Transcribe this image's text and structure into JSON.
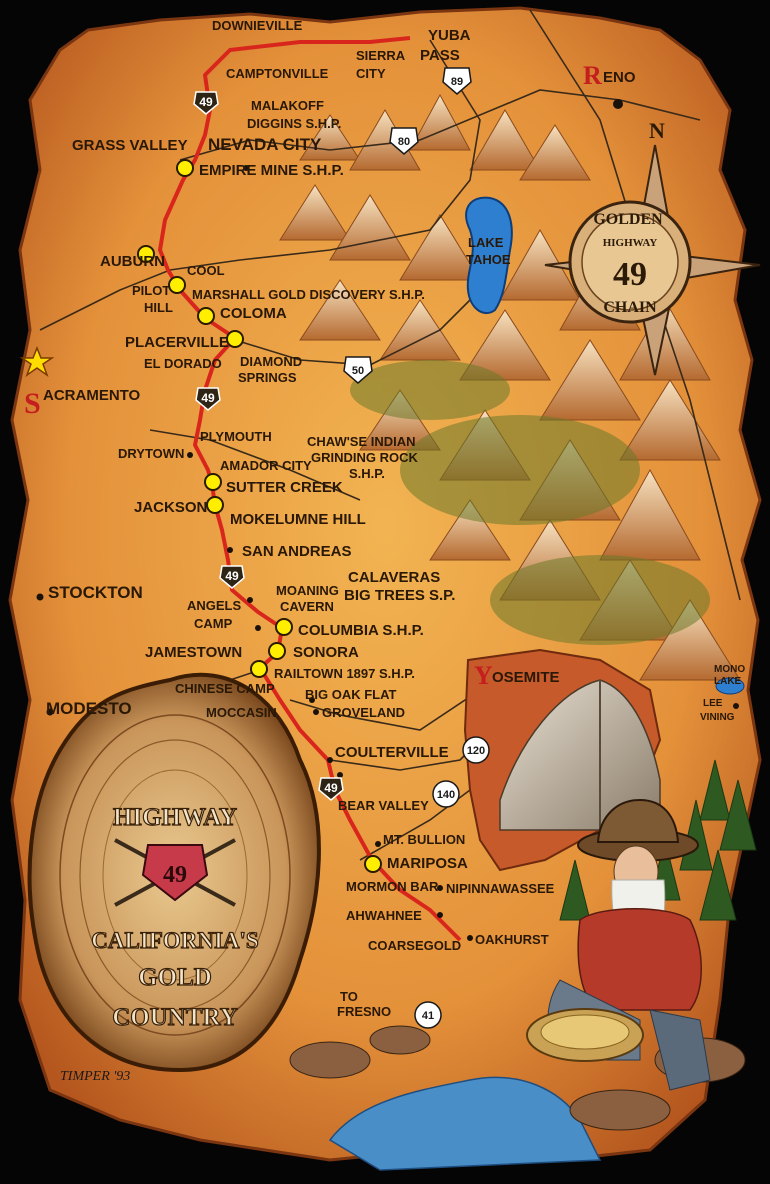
{
  "map": {
    "towns": {
      "downieville": "DOWNIEVILLE",
      "yuba": "YUBA",
      "pass": "PASS",
      "camptonville": "CAMPTONVILLE",
      "sierra": "SIERRA",
      "city": "CITY",
      "reno_r": "R",
      "reno_rest": "ENO",
      "malakoff": "MALAKOFF",
      "diggins": "DIGGINS S.H.P.",
      "grass_valley": "GRASS VALLEY",
      "nevada_city": "NEVADA CITY",
      "empire_mine": "EMPIRE MINE S.H.P.",
      "auburn": "AUBURN",
      "cool": "COOL",
      "pilot": "PILOT",
      "hill": "HILL",
      "marshall": "MARSHALL GOLD DISCOVERY S.H.P.",
      "coloma": "COLOMA",
      "placerville": "PLACERVILLE",
      "el_dorado": "EL DORADO",
      "diamond": "DIAMOND",
      "springs": "SPRINGS",
      "sacramento_s": "S",
      "sacramento_rest": "ACRAMENTO",
      "plymouth": "PLYMOUTH",
      "drytown": "DRYTOWN",
      "amador_city": "AMADOR CITY",
      "sutter_creek": "SUTTER CREEK",
      "jackson": "JACKSON",
      "mokelumne_hill": "MOKELUMNE HILL",
      "chawse_1": "CHAW'SE INDIAN",
      "chawse_2": "GRINDING ROCK",
      "chawse_3": "S.H.P.",
      "san_andreas": "SAN ANDREAS",
      "stockton": "STOCKTON",
      "calaveras": "CALAVERAS",
      "big_trees": "BIG TREES S.P.",
      "moaning": "MOANING",
      "cavern": "CAVERN",
      "angels": "ANGELS",
      "camp": "CAMP",
      "columbia": "COLUMBIA S.H.P.",
      "jamestown": "JAMESTOWN",
      "sonora": "SONORA",
      "railtown": "RAILTOWN 1897 S.H.P.",
      "yosemite_y": "Y",
      "yosemite_rest": "OSEMITE",
      "mono": "MONO",
      "lake": "LAKE",
      "lee": "LEE",
      "vining": "VINING",
      "chinese_camp": "CHINESE CAMP",
      "big_oak_flat": "BIG OAK FLAT",
      "modesto": "MODESTO",
      "moccasin": "MOCCASIN",
      "groveland": "GROVELAND",
      "coulterville": "COULTERVILLE",
      "bear_valley": "BEAR VALLEY",
      "mt_bullion": "MT. BULLION",
      "mariposa": "MARIPOSA",
      "mormon_bar": "MORMON BAR",
      "nipinnawassee": "NIPINNAWASSEE",
      "ahwahnee": "AHWAHNEE",
      "oakhurst": "OAKHURST",
      "coarsegold": "COARSEGOLD",
      "to": "TO",
      "fresno": "FRESNO"
    },
    "lake_tahoe_1": "LAKE",
    "lake_tahoe_2": "TAHOE",
    "shields": {
      "r49": "49",
      "r80": "80",
      "r89": "89",
      "r50": "50",
      "r120": "120",
      "r140": "140",
      "r41": "41"
    },
    "compass": {
      "north": "N",
      "golden": "GOLDEN",
      "highway": "HIGHWAY",
      "number": "49",
      "chain": "CHAIN"
    },
    "wood": {
      "highway": "HIGHWAY",
      "number": "49",
      "californias": "CALIFORNIA'S",
      "gold": "GOLD",
      "country": "COUNTRY"
    },
    "signature": "TIMPER '93"
  },
  "colors": {
    "parchment": "#e79a3c",
    "route": "#d9261c",
    "marker": "#ffee00",
    "lake": "#2f7fd0",
    "yosemite": "#c85a2a"
  }
}
